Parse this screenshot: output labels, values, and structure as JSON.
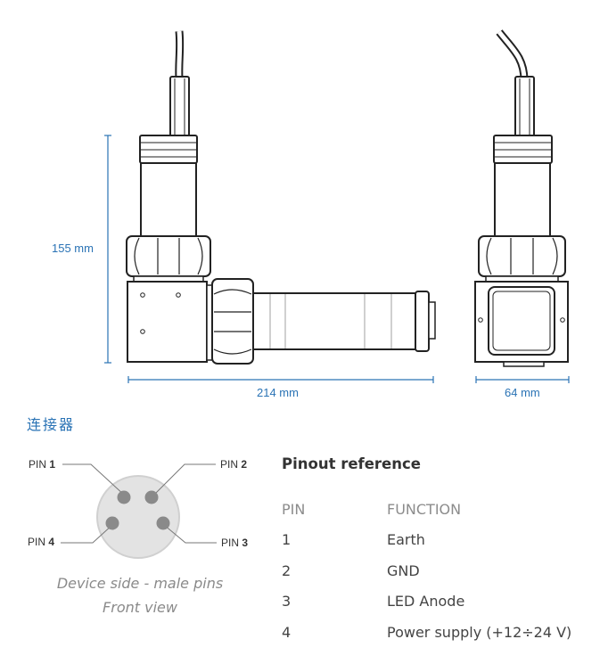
{
  "dimensions": {
    "height": "155 mm",
    "length": "214 mm",
    "width": "64 mm"
  },
  "section_title": "连接器",
  "connector": {
    "pins": [
      {
        "label": "PIN",
        "num": "1"
      },
      {
        "label": "PIN",
        "num": "2"
      },
      {
        "label": "PIN",
        "num": "3"
      },
      {
        "label": "PIN",
        "num": "4"
      }
    ],
    "caption_line1": "Device side - male pins",
    "caption_line2": "Front view"
  },
  "pinout": {
    "title": "Pinout reference",
    "headers": {
      "pin": "PIN",
      "function": "FUNCTION"
    },
    "rows": [
      {
        "pin": "1",
        "function": "Earth"
      },
      {
        "pin": "2",
        "function": "GND"
      },
      {
        "pin": "3",
        "function": "LED Anode"
      },
      {
        "pin": "4",
        "function": "Power supply (+12÷24 V)"
      }
    ]
  },
  "colors": {
    "accent": "#2a73b5",
    "outline": "#222222"
  }
}
